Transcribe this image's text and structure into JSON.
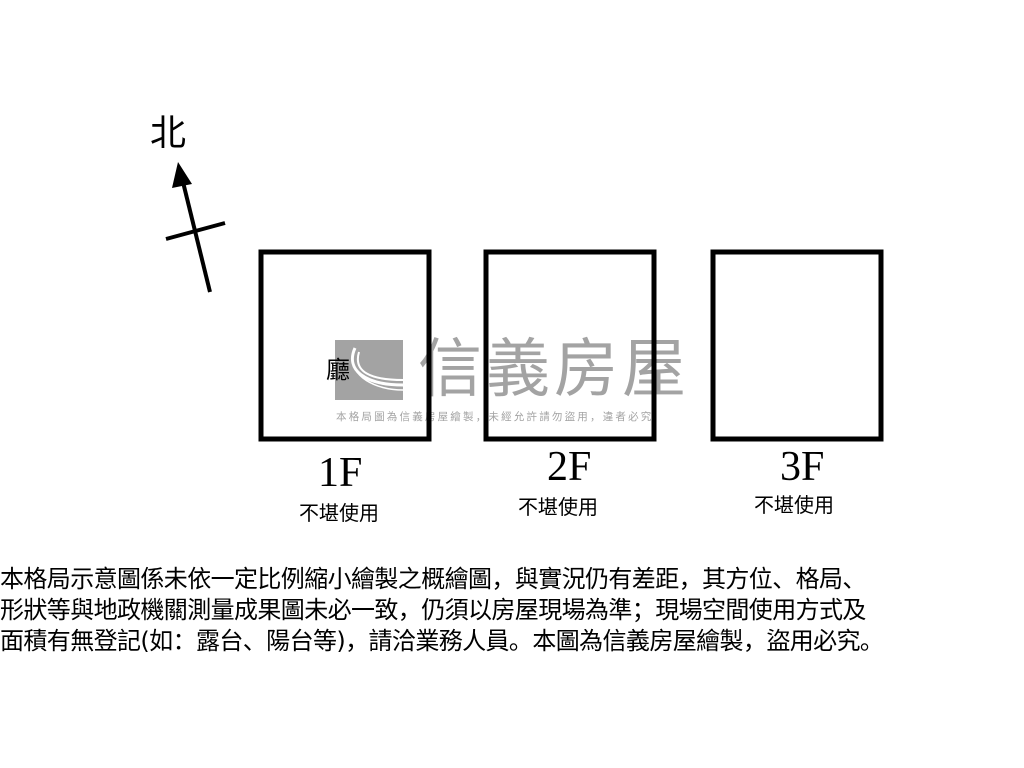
{
  "compass": {
    "label": "北"
  },
  "watermark": {
    "brand": "信義房屋",
    "notice": "本格局圖為信義房屋繪製，未經允許請勿盜用，違者必究",
    "color": "#a3a3a3"
  },
  "floors": [
    {
      "label": "1F",
      "status": "不堪使用",
      "rooms": [
        "廳"
      ]
    },
    {
      "label": "2F",
      "status": "不堪使用",
      "rooms": []
    },
    {
      "label": "3F",
      "status": "不堪使用",
      "rooms": []
    }
  ],
  "disclaimer": {
    "lines": [
      "本格局示意圖係未依一定比例縮小繪製之概繪圖，與實況仍有差距，其方位、格局、",
      "形狀等與地政機關測量成果圖未必一致，仍須以房屋現場為準；現場空間使用方式及",
      "面積有無登記(如：露台、陽台等)，請洽業務人員。本圖為信義房屋繪製，盜用必究。"
    ]
  }
}
